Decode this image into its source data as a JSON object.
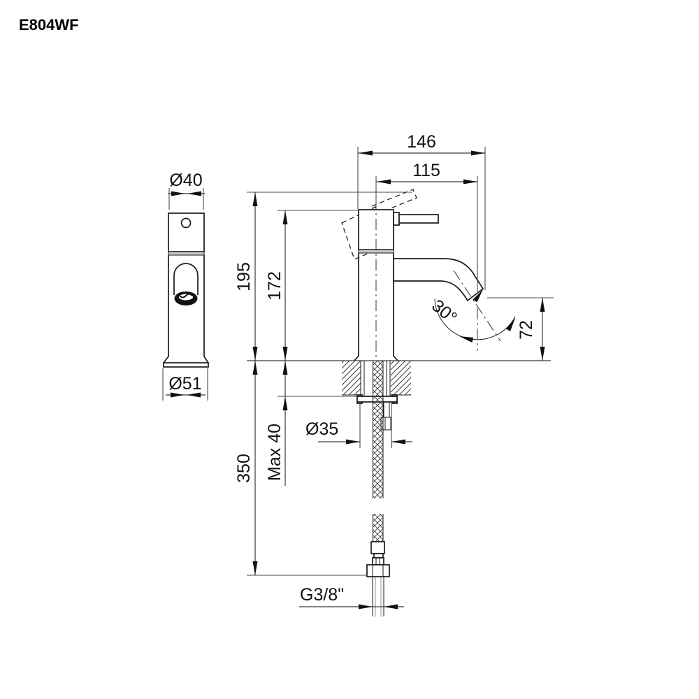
{
  "title": "E804WF",
  "front_view": {
    "top_diameter": "Ø40",
    "base_diameter": "Ø51"
  },
  "side_view": {
    "overall_depth": "146",
    "spout_reach": "115",
    "handle_height": "195",
    "body_height": "172",
    "spout_angle": "30°",
    "spout_outlet_height": "72",
    "max_deck_thickness": "Max 40",
    "shank_diameter": "Ø35",
    "hose_length": "350",
    "connection_thread": "G3/8\""
  }
}
